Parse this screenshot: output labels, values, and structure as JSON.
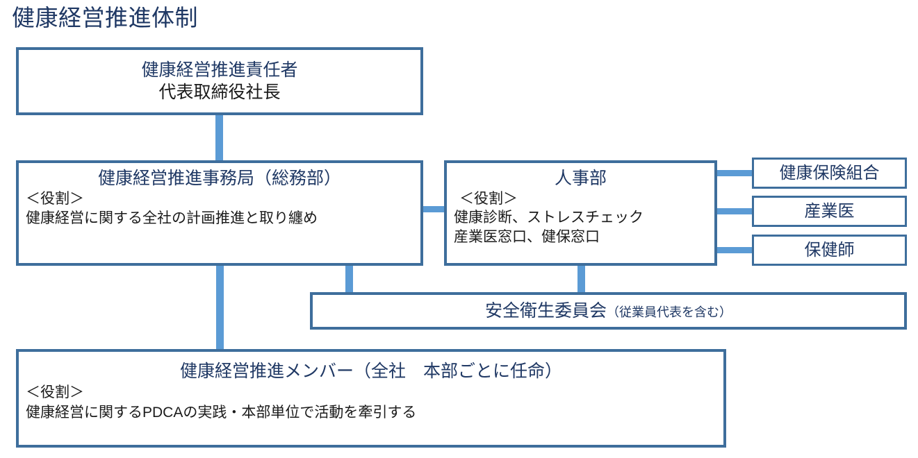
{
  "page": {
    "title": "健康経営推進体制"
  },
  "colors": {
    "box_border": "#3E6E9C",
    "connector": "#5B9BD5",
    "heading_navy": "#1F3864",
    "body_text": "#1A1A1A",
    "background": "#FFFFFF"
  },
  "nodes": {
    "leader": {
      "title": "健康経営推進責任者",
      "subtitle": "代表取締役社長"
    },
    "office": {
      "title": "健康経営推進事務局（総務部）",
      "role_label": "＜役割＞",
      "role_text": "健康経営に関する全社の計画推進と取り纏め"
    },
    "hr": {
      "title": "人事部",
      "role_label": "＜役割＞",
      "role_text_1": "健康診断、ストレスチェック",
      "role_text_2": "産業医窓口、健保窓口"
    },
    "kenpo": {
      "title": "健康保険組合"
    },
    "sangyoi": {
      "title": "産業医"
    },
    "hokenshi": {
      "title": "保健師"
    },
    "safety": {
      "title": "安全衛生委員会",
      "note": "（従業員代表を含む）"
    },
    "members": {
      "title": "健康経営推進メンバー（全社　本部ごとに任命）",
      "role_label": "＜役割＞",
      "role_text": "健康経営に関するPDCAの実践・本部単位で活動を牽引する"
    }
  },
  "connectors": [
    {
      "name": "leader-to-office",
      "orientation": "vertical"
    },
    {
      "name": "office-to-hr",
      "orientation": "horizontal"
    },
    {
      "name": "hr-to-kenpo",
      "orientation": "horizontal"
    },
    {
      "name": "hr-to-sangyoi",
      "orientation": "horizontal"
    },
    {
      "name": "hr-to-hokenshi",
      "orientation": "horizontal"
    },
    {
      "name": "office-to-safety",
      "orientation": "vertical"
    },
    {
      "name": "hr-to-safety",
      "orientation": "vertical"
    },
    {
      "name": "office-to-members",
      "orientation": "vertical"
    }
  ]
}
